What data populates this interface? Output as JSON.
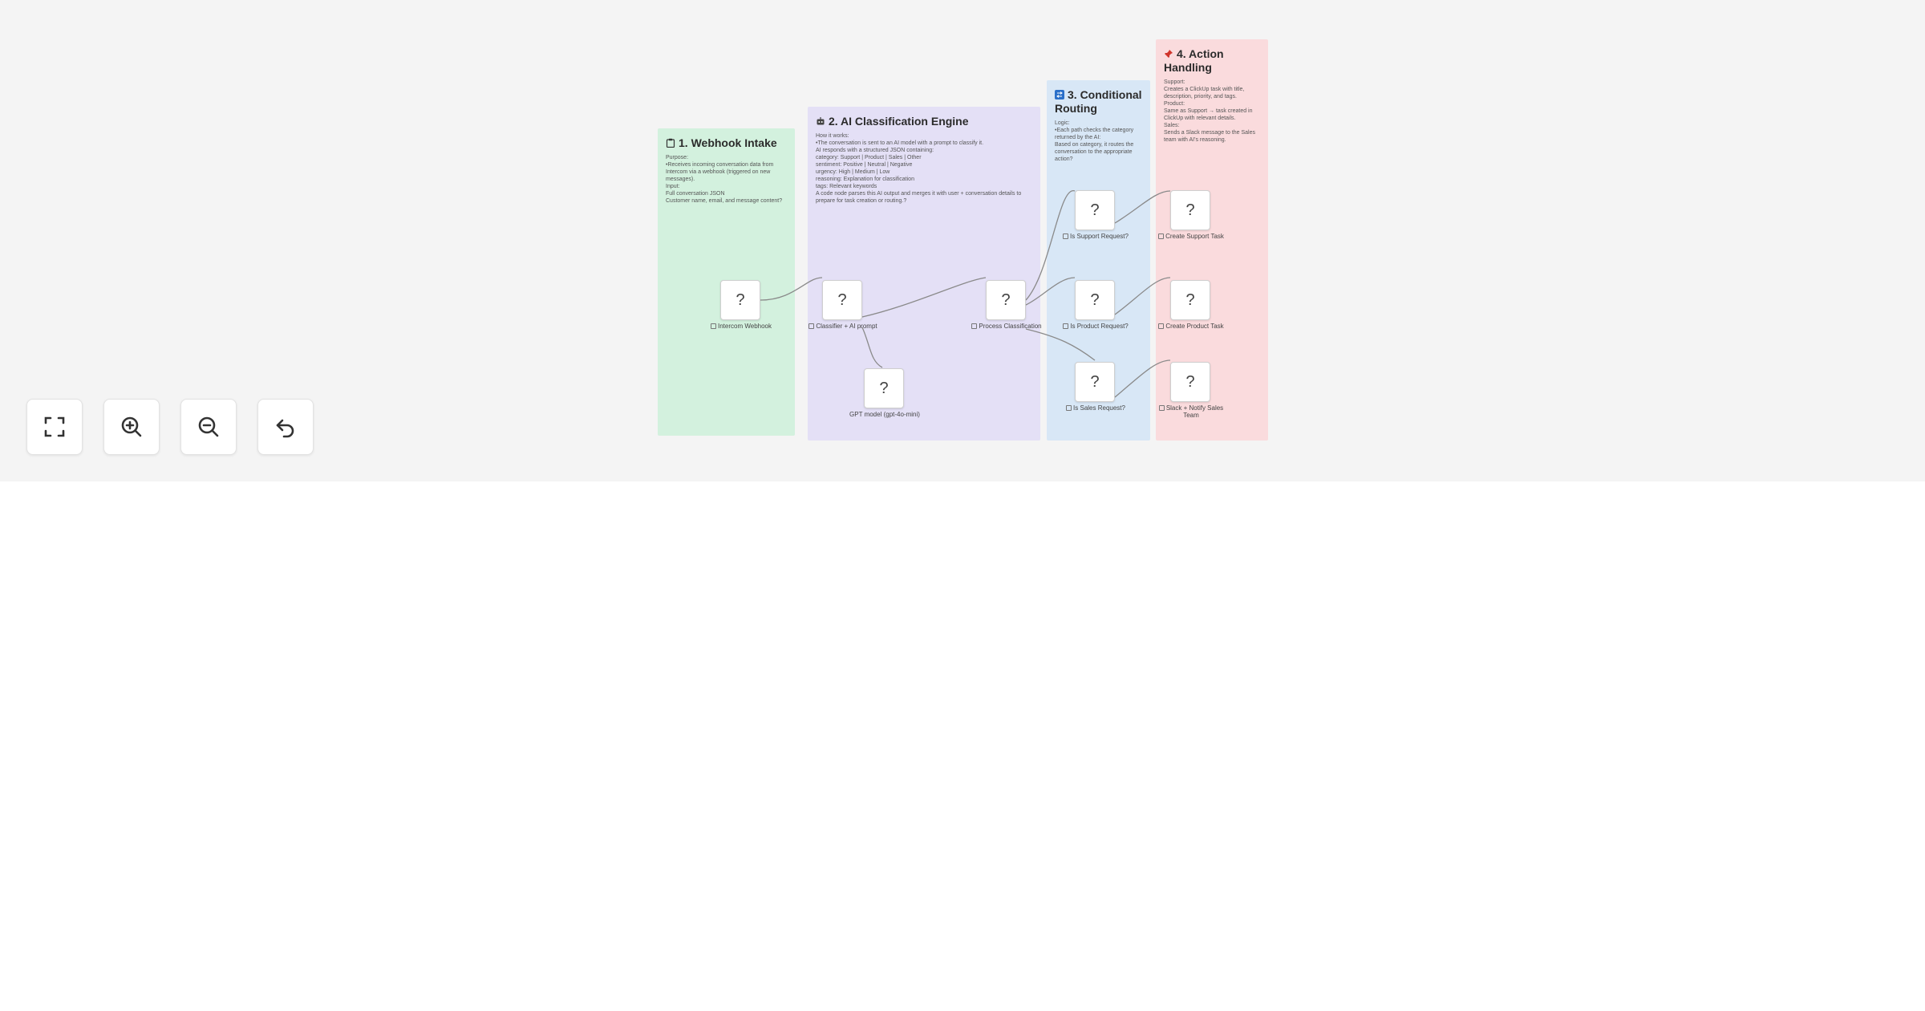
{
  "colors": {
    "canvas_bg": "#f4f4f4",
    "green_note": "#d3f1de",
    "purple_note": "#e4e0f6",
    "blue_note": "#d8e7f6",
    "red_note": "#fadbdd",
    "edge": "#8a8a8a"
  },
  "sticky_notes": [
    {
      "title": "1. Webhook Intake",
      "icon": "clipboard-icon",
      "body": "Purpose:\n•Receives incoming conversation data from Intercom via a webhook (triggered on new messages).\nInput:\nFull conversation JSON\nCustomer name, email, and message content?"
    },
    {
      "title": "2. AI Classification Engine",
      "icon": "robot-icon",
      "body": "How it works:\n•The conversation is sent to an AI model with a prompt to classify it.\nAI responds with a structured JSON containing:\ncategory: Support | Product | Sales | Other\nsentiment: Positive | Neutral | Negative\nurgency: High | Medium | Low\nreasoning: Explanation for classification\ntags: Relevant keywords\nA code node parses this AI output and merges it with user + conversation details to prepare for task creation or routing.?"
    },
    {
      "title": "3. Conditional Routing",
      "icon": "swap-icon",
      "body": "Logic:\n•Each path checks the category returned by the AI:\nBased on category, it routes the conversation to the appropriate action?"
    },
    {
      "title": "4. Action Handling",
      "icon": "pin-icon",
      "body": "Support:\nCreates a ClickUp task with title, description, priority, and tags.\nProduct:\nSame as Support → task created in ClickUp with relevant details.\nSales:\nSends a Slack message to the Sales team with AI's reasoning."
    }
  ],
  "nodes": [
    {
      "id": "intercom",
      "glyph": "?",
      "label": "Intercom Webhook"
    },
    {
      "id": "classifier",
      "glyph": "?",
      "label": "Classifier + AI prompt"
    },
    {
      "id": "gpt",
      "glyph": "?",
      "label": "GPT model (gpt-4o-mini)"
    },
    {
      "id": "process",
      "glyph": "?",
      "label": "Process Classification"
    },
    {
      "id": "is_support",
      "glyph": "?",
      "label": "Is Support Request?"
    },
    {
      "id": "is_product",
      "glyph": "?",
      "label": "Is Product Request?"
    },
    {
      "id": "is_sales",
      "glyph": "?",
      "label": "Is Sales Request?"
    },
    {
      "id": "create_support",
      "glyph": "?",
      "label": "Create Support Task"
    },
    {
      "id": "create_product",
      "glyph": "?",
      "label": "Create Product Task"
    },
    {
      "id": "slack",
      "glyph": "?",
      "label": "Slack + Notify Sales Team"
    }
  ],
  "controls": [
    {
      "name": "fit-view-button",
      "icon": "fullscreen-icon"
    },
    {
      "name": "zoom-in-button",
      "icon": "zoom-in-icon"
    },
    {
      "name": "zoom-out-button",
      "icon": "zoom-out-icon"
    },
    {
      "name": "undo-button",
      "icon": "undo-icon"
    }
  ]
}
